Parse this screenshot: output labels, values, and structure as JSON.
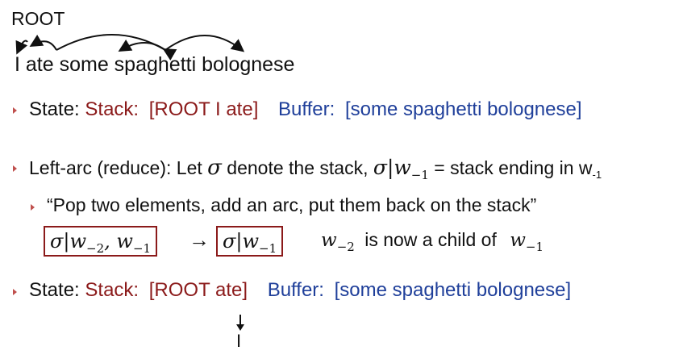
{
  "diagram": {
    "root_label": "ROOT",
    "sentence": "I ate some spaghetti bolognese"
  },
  "state1": {
    "label": "State:",
    "stack_label": "Stack:",
    "stack_value": "[ROOT I ate]",
    "buffer_label": "Buffer:",
    "buffer_value": "[some spaghetti bolognese]"
  },
  "left_arc": {
    "text1": "Left-arc (reduce): Let",
    "sigma": "σ",
    "text2": "denote the stack,",
    "sigma2": "σ|w",
    "sub1": "−1",
    "text3": "= stack ending in w",
    "sub2": "-1"
  },
  "quote": "“Pop two elements, add an arc, put them back on the stack”",
  "rule": {
    "box1_main": "σ|w",
    "box1_sub1": "−2",
    "box1_mid": ", w",
    "box1_sub2": "−1",
    "arrow": "→",
    "box2_main": "σ|w",
    "box2_sub": "−1",
    "child_w": "w",
    "child_sub": "−2",
    "child_text": "is now a child of",
    "parent_w": "w",
    "parent_sub": "−1"
  },
  "state2": {
    "label": "State:",
    "stack_label": "Stack:",
    "stack_value": "[ROOT ate]",
    "buffer_label": "Buffer:",
    "buffer_value": "[some spaghetti bolognese]",
    "child_label": "I"
  },
  "colors": {
    "red": "#8b1a1a",
    "blue": "#1f3f9a",
    "bullet": "#c0504d"
  }
}
